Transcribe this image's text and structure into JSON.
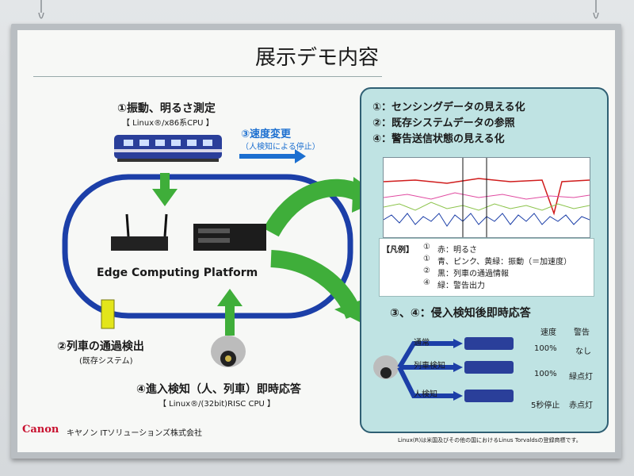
{
  "title": "展示デモ内容",
  "left": {
    "vibration_title": "①振動、明るさ測定",
    "vibration_sub": "【 Linux®/x86系CPU 】",
    "speed_title": "③速度変更",
    "speed_sub": "（人検知による停止）",
    "platform_label": "Edge Computing  Platform",
    "detect_title": "②列車の通過検出",
    "detect_sub": "(既存システム)",
    "intrusion_title": "④進入検知（人、列車）即時応答",
    "intrusion_sub": "【 Linux®/(32bit)RISC CPU 】"
  },
  "right": {
    "line1": "①：センシングデータの見える化",
    "line2": "②：既存システムデータの参照",
    "line3": "④：警告送信状態の見える化",
    "legend_title": "【凡例】",
    "legend": [
      {
        "num": "①",
        "text": "赤：明るさ"
      },
      {
        "num": "①",
        "text": "青、ピンク、黄緑：振動（＝加速度）"
      },
      {
        "num": "②",
        "text": "黒：列車の通過情報"
      },
      {
        "num": "④",
        "text": "緑：警告出力"
      }
    ],
    "response_title": "③、④：侵入検知後即時応答",
    "col_speed": "速度",
    "col_warning": "警告",
    "rows": [
      {
        "case": "通常",
        "speed": "100%",
        "warning": "なし"
      },
      {
        "case": "列車検知",
        "speed": "100%",
        "warning": "緑点灯"
      },
      {
        "case": "人検知",
        "speed": "5秒停止",
        "warning": "赤点灯"
      }
    ]
  },
  "footer": {
    "brand": "Canon",
    "company": "キヤノン ITソリューションズ株式会社",
    "trademark": "Linux(R)は米国及びその他の国におけるLinus Torvaldsの登録商標です。"
  },
  "colors": {
    "blue": "#1c3fa8",
    "green": "#3fae3a",
    "panel": "#bfe3e3",
    "canon_red": "#c8102e"
  }
}
